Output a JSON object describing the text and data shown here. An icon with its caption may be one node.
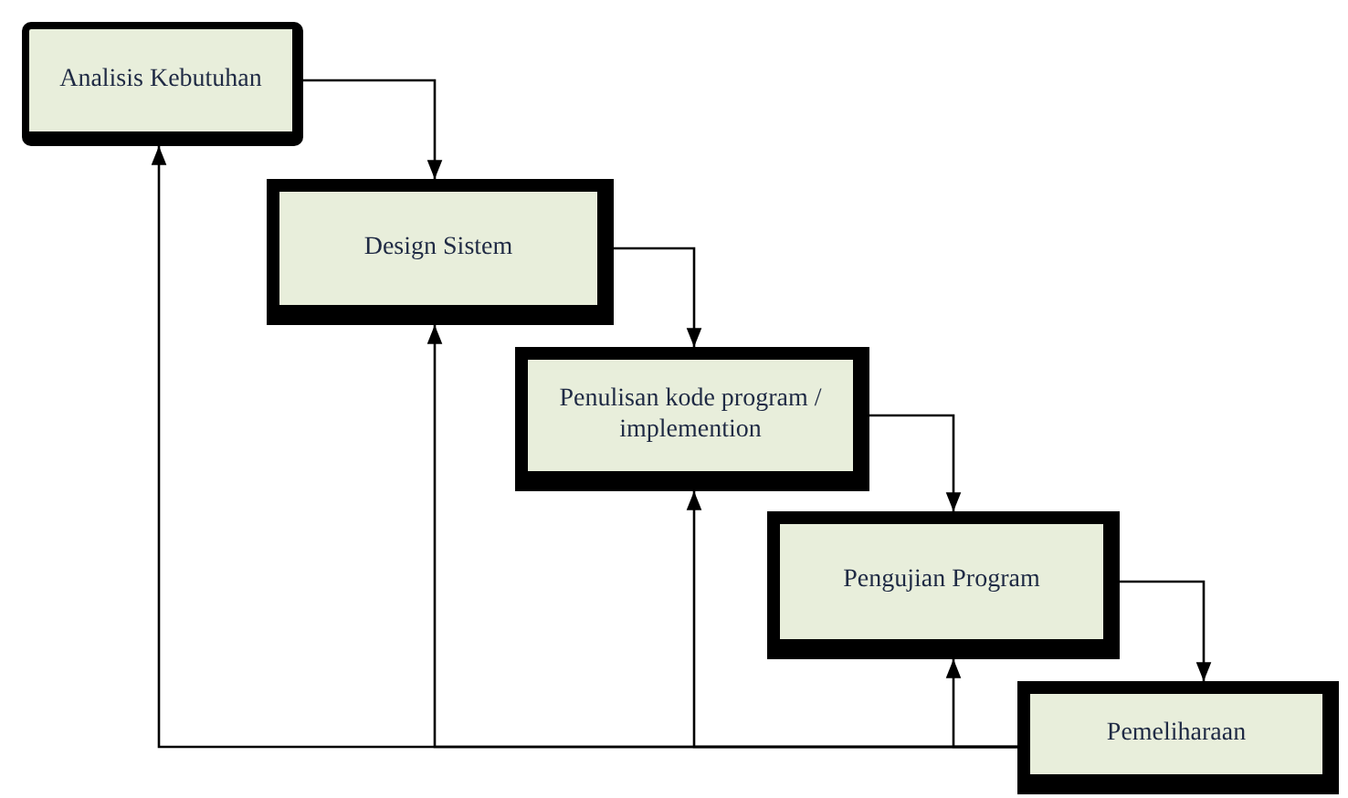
{
  "diagram": {
    "nodes": [
      {
        "text": [
          "Analisis Kebutuhan"
        ]
      },
      {
        "text": [
          "Design Sistem"
        ]
      },
      {
        "text": [
          "Penulisan kode program / implemention"
        ]
      },
      {
        "text": [
          "Pengujian Program"
        ]
      },
      {
        "text": [
          "Pemeliharaan"
        ]
      }
    ],
    "edges": [
      {
        "from": 0,
        "to": 1,
        "arrow": "to"
      },
      {
        "from": 1,
        "to": 2,
        "arrow": "to"
      },
      {
        "from": 2,
        "to": 3,
        "arrow": "to"
      },
      {
        "from": 3,
        "to": 4,
        "arrow": "to"
      },
      {
        "from": 4,
        "to": 0,
        "arrow": "to"
      },
      {
        "from": 4,
        "to": 1,
        "arrow": "to"
      },
      {
        "from": 4,
        "to": 2,
        "arrow": "to"
      },
      {
        "from": 4,
        "to": 3,
        "arrow": "to"
      }
    ]
  }
}
